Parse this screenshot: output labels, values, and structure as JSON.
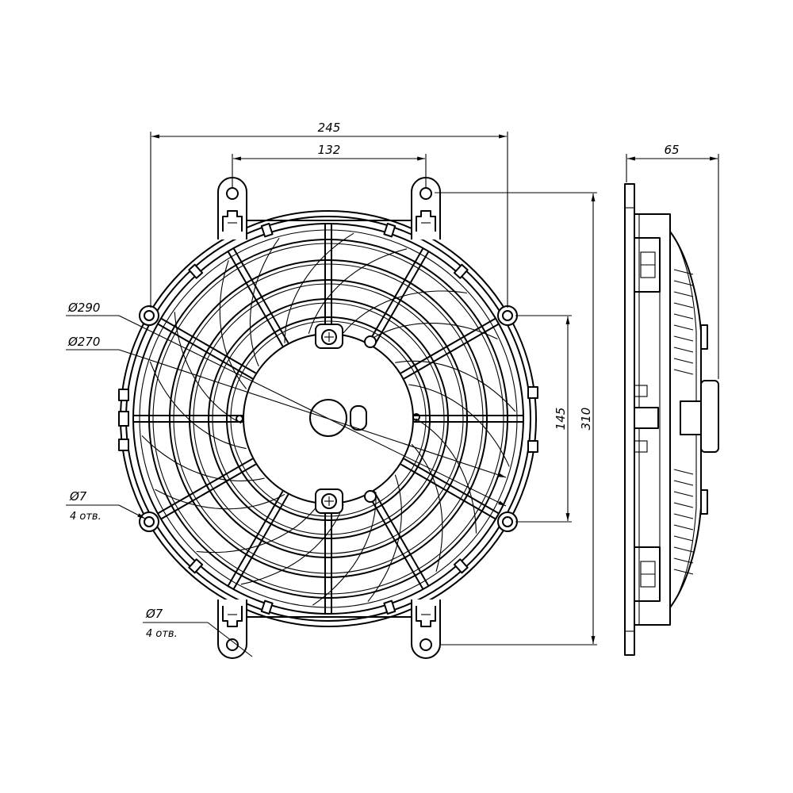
{
  "front_view": {
    "width_dim": "245",
    "tab_spacing_dim": "132",
    "height_dim": "310",
    "side_hole_spacing_dim": "145",
    "outer_diameter_label": "Ø290",
    "inner_diameter_label": "Ø270",
    "side_hole_label": "Ø7",
    "side_hole_count_label": "4 отв.",
    "tab_hole_label": "Ø7",
    "tab_hole_count_label": "4 отв."
  },
  "side_view": {
    "depth_dim": "65"
  },
  "colors": {
    "line": "#000000",
    "background": "#ffffff"
  }
}
